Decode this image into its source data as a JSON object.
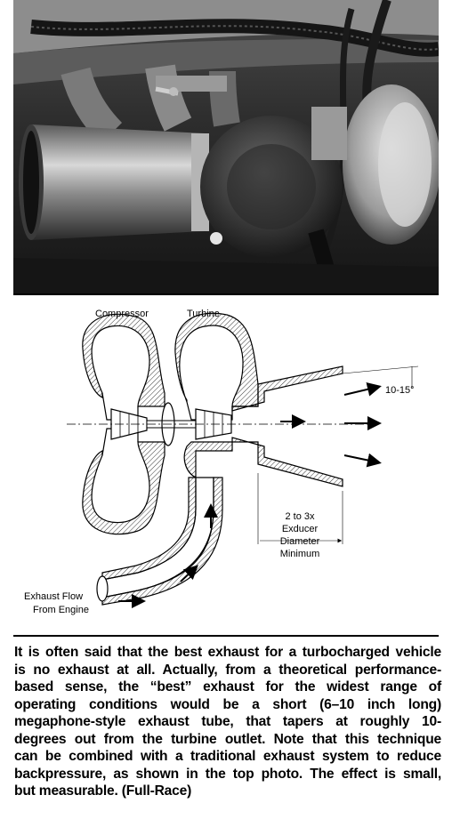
{
  "diagram": {
    "labels": {
      "compressor": "Compressor",
      "turbine": "Turbine",
      "angle": "10-15°",
      "length_line1": "2 to 3x",
      "length_line2": "Exducer",
      "length_line3": "Diameter",
      "length_line4": "Minimum",
      "flow_line1": "Exhaust Flow",
      "flow_line2": "From Engine"
    }
  },
  "caption": {
    "lines": [
      "It is often said that the best exhaust for a turbocharged vehicle",
      "is no exhaust at all. Actually, from a theoretical performance-",
      "based sense, the “best” exhaust for the widest range of",
      "operating conditions would be a short (6–10 inch long)",
      "megaphone-style exhaust tube, that tapers at roughly 10-",
      "degrees out from the turbine outlet. Note that this technique",
      "can be combined with a traditional exhaust system to reduce",
      "backpressure, as shown in the top photo. The effect is small,",
      "but measurable. (Full-Race)"
    ]
  }
}
